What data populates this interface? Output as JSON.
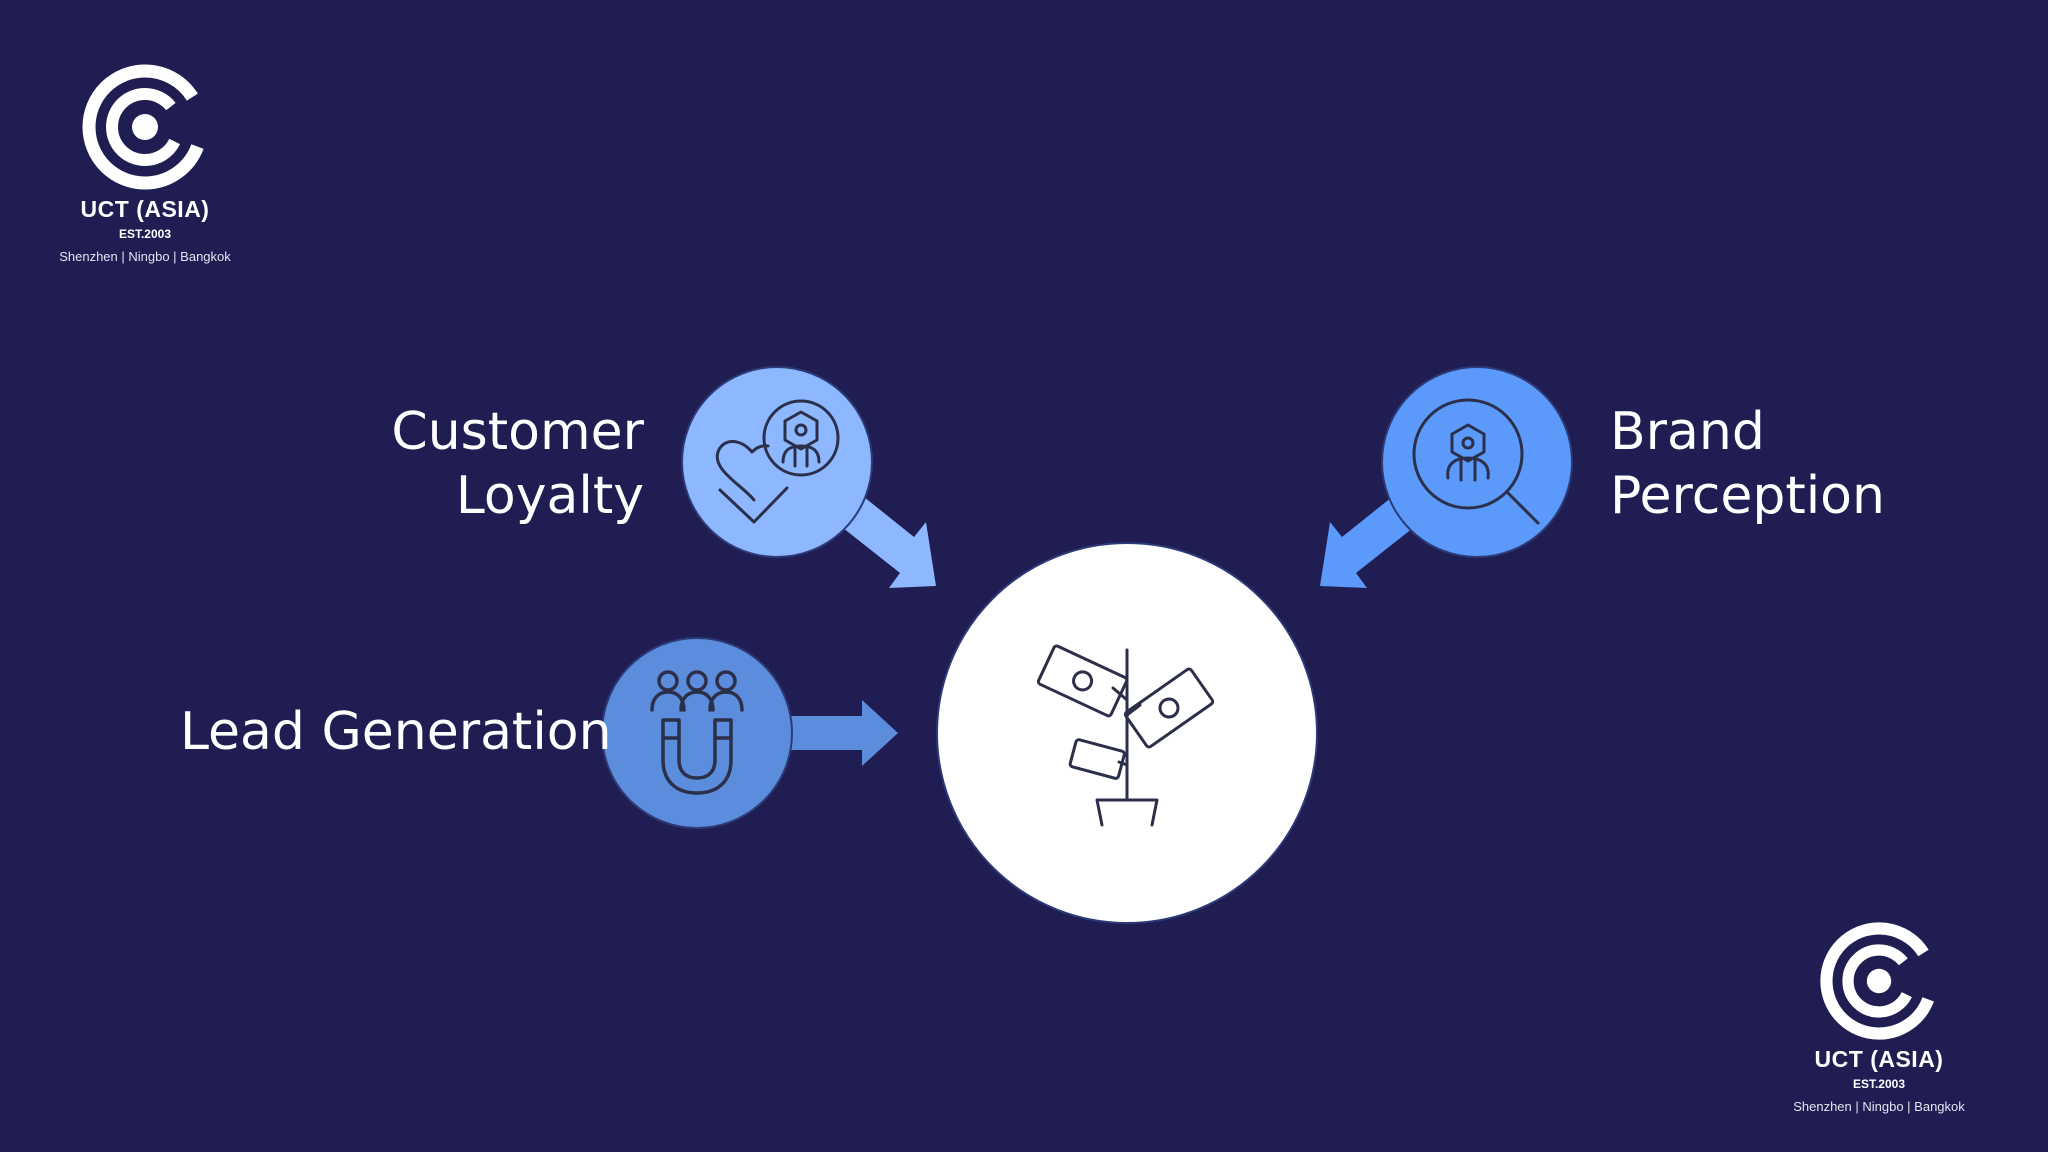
{
  "logo": {
    "name": "UCT (ASIA)",
    "est": "EST.2003",
    "cities": "Shenzhen | Ningbo | Bangkok"
  },
  "labels": {
    "loyalty_line1": "Customer",
    "loyalty_line2": "Loyalty",
    "brand_line1": "Brand",
    "brand_line2": "Perception",
    "lead": "Lead Generation"
  },
  "colors": {
    "background": "#201d52",
    "loyalty": "#8db7ff",
    "brand": "#5b99fb",
    "lead": "#5b8ddc",
    "center": "#ffffff"
  },
  "icons": {
    "loyalty": "heart-with-robot-icon",
    "brand": "magnifier-robot-icon",
    "lead": "magnet-people-icon",
    "center": "money-plant-icon"
  }
}
